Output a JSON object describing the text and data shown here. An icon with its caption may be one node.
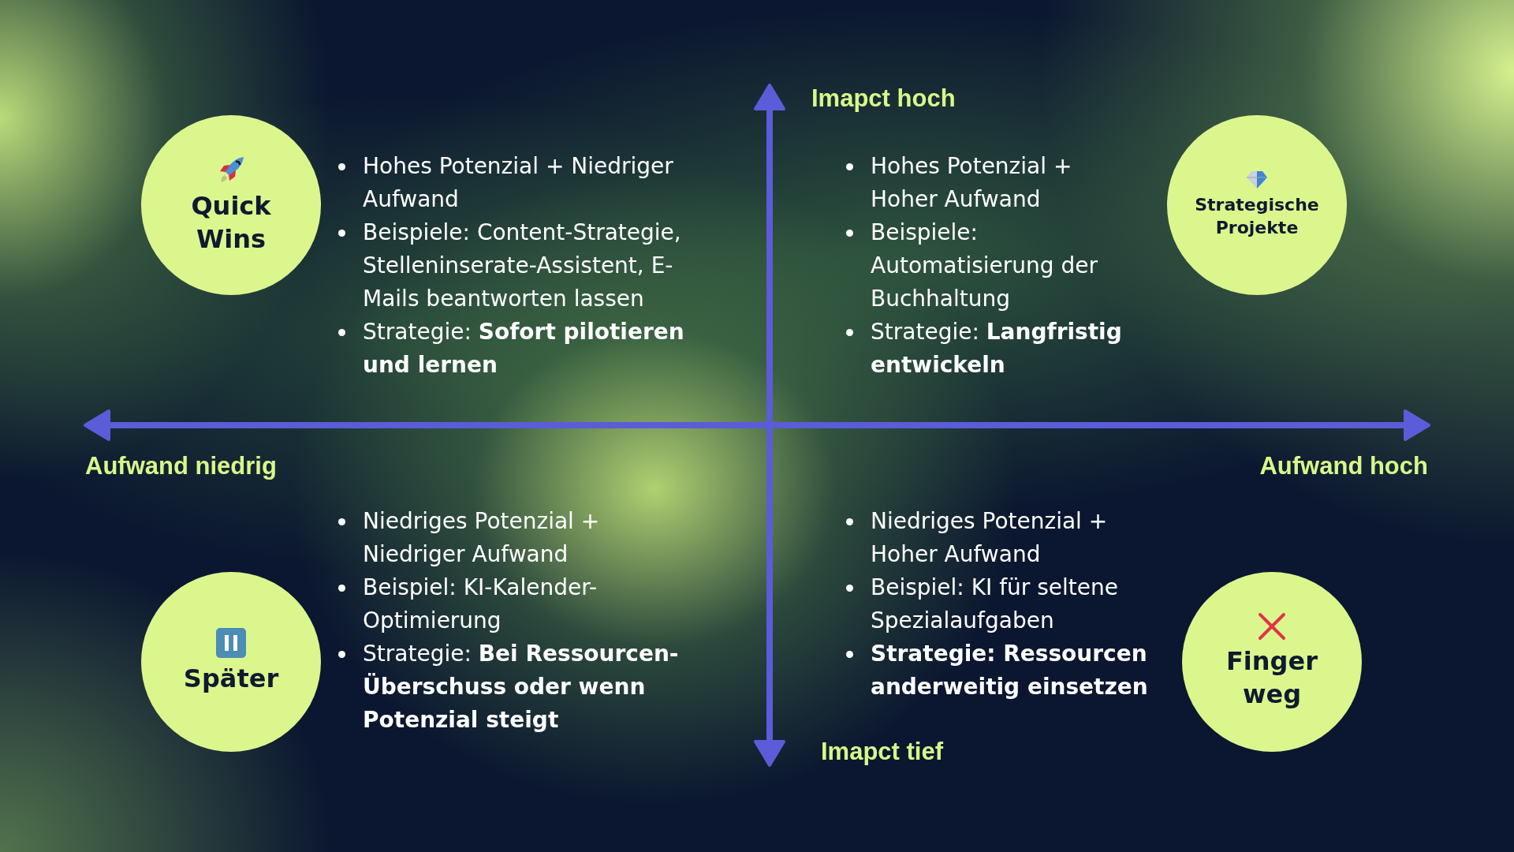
{
  "diagram": {
    "nodes": [
      {
        "text": [
          "Quick Wins"
        ],
        "beside": [
          "Hohes Potenzial + Niedriger Aufwand",
          "Beispiele: Content-Strategie, Stelleninserate-Assistent, E-Mails beantworten lassen",
          "Strategie: **Sofort pilotieren und lernen**"
        ]
      },
      {
        "text": [
          "Strategische Projekte"
        ],
        "beside": [
          "Hohes Potenzial + Hoher Aufwand",
          "Beispiele: Automatisierung der Buchhaltung",
          "Strategie: **Langfristig entwickeln**"
        ]
      },
      {
        "text": [
          "Später"
        ],
        "beside": [
          "Niedriges Potenzial + Niedriger Aufwand",
          "Beispiel: KI-Kalender-Optimierung",
          "Strategie: **Bei Ressourcen-Überschuss oder wenn Potenzial steigt**"
        ]
      },
      {
        "text": [
          "Finger weg"
        ],
        "beside": [
          "Niedriges Potenzial + Hoher Aufwand",
          "Beispiel: KI für seltene Spezialaufgaben",
          "Strategie: Ressourcen anderweitig einsetzen"
        ]
      }
    ],
    "labels": [
      "Imapct hoch",
      "Aufwand niedrig",
      "Aufwand hoch",
      "Imapct tief"
    ]
  }
}
